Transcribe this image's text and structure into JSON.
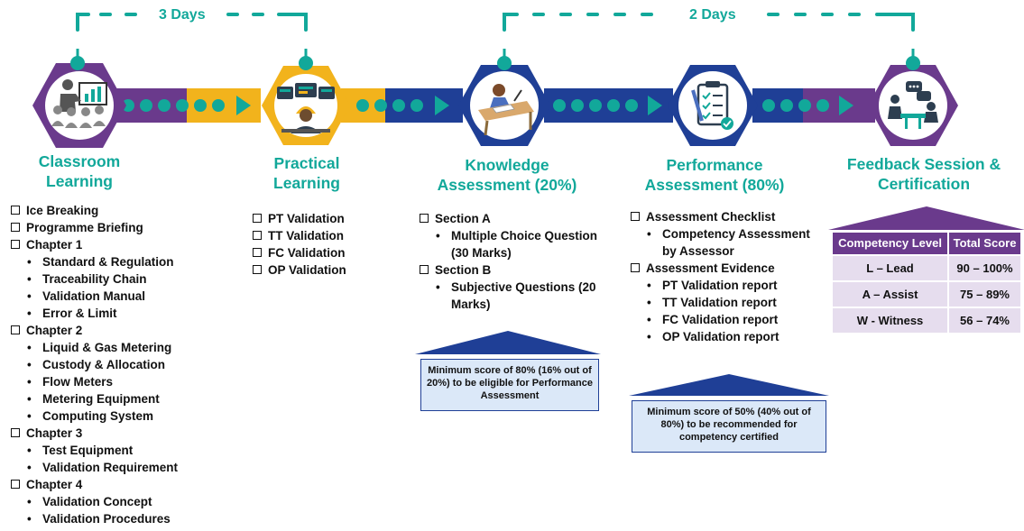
{
  "durations": {
    "classroom_practical": "3 Days",
    "knowledge_feedback": "2 Days"
  },
  "stages": {
    "classroom": {
      "title_line1": "Classroom",
      "title_line2": "Learning",
      "icon": "presentation-teacher-icon"
    },
    "practical": {
      "title_line1": "Practical",
      "title_line2": "Learning",
      "icon": "engineer-monitors-icon"
    },
    "knowledge": {
      "title_line1": "Knowledge",
      "title_line2": "Assessment (20%)",
      "icon": "student-exam-desk-icon"
    },
    "performance": {
      "title_line1": "Performance",
      "title_line2": "Assessment (80%)",
      "icon": "checklist-clipboard-icon"
    },
    "feedback": {
      "title_line1": "Feedback Session &",
      "title_line2": "Certification",
      "icon": "meeting-discussion-icon"
    }
  },
  "classroom_items": [
    {
      "type": "main",
      "text": "Ice Breaking"
    },
    {
      "type": "main",
      "text": "Programme Briefing"
    },
    {
      "type": "main",
      "text": "Chapter 1"
    },
    {
      "type": "sub",
      "text": "Standard & Regulation"
    },
    {
      "type": "sub",
      "text": "Traceability Chain"
    },
    {
      "type": "sub",
      "text": "Validation Manual"
    },
    {
      "type": "sub",
      "text": "Error & Limit"
    },
    {
      "type": "main",
      "text": "Chapter 2"
    },
    {
      "type": "sub",
      "text": "Liquid & Gas Metering"
    },
    {
      "type": "sub",
      "text": "Custody & Allocation"
    },
    {
      "type": "sub",
      "text": "Flow Meters"
    },
    {
      "type": "sub",
      "text": "Metering Equipment"
    },
    {
      "type": "sub",
      "text": "Computing System"
    },
    {
      "type": "main",
      "text": "Chapter 3"
    },
    {
      "type": "sub",
      "text": "Test Equipment"
    },
    {
      "type": "sub",
      "text": "Validation Requirement"
    },
    {
      "type": "main",
      "text": "Chapter 4"
    },
    {
      "type": "sub",
      "text": "Validation Concept"
    },
    {
      "type": "sub",
      "text": "Validation Procedures"
    }
  ],
  "practical_items": [
    {
      "type": "main",
      "text": "PT Validation"
    },
    {
      "type": "main",
      "text": "TT Validation"
    },
    {
      "type": "main",
      "text": "FC Validation"
    },
    {
      "type": "main",
      "text": "OP Validation"
    }
  ],
  "knowledge_items": [
    {
      "type": "main",
      "text": "Section A"
    },
    {
      "type": "sub",
      "text": "Multiple Choice Question (30 Marks)"
    },
    {
      "type": "main",
      "text": "Section B"
    },
    {
      "type": "sub",
      "text": "Subjective Questions (20 Marks)"
    }
  ],
  "performance_items": [
    {
      "type": "main",
      "text": "Assessment Checklist"
    },
    {
      "type": "sub",
      "text": "Competency Assessment by Assessor"
    },
    {
      "type": "main",
      "text": "Assessment Evidence"
    },
    {
      "type": "sub",
      "text": "PT Validation report"
    },
    {
      "type": "sub",
      "text": "TT Validation report"
    },
    {
      "type": "sub",
      "text": "FC Validation report"
    },
    {
      "type": "sub",
      "text": "OP Validation report"
    }
  ],
  "notes": {
    "knowledge": "Minimum score of 80% (16% out of 20%) to be eligible for Performance Assessment",
    "performance": "Minimum score of 50% (40% out of 80%) to be recommended for competency certified"
  },
  "score_table": {
    "headers": [
      "Competency Level",
      "Total Score"
    ],
    "rows": [
      [
        "L – Lead",
        "90 – 100%"
      ],
      [
        "A – Assist",
        "75 – 89%"
      ],
      [
        "W - Witness",
        "56 – 74%"
      ]
    ]
  },
  "colors": {
    "teal": "#12a89a",
    "purple": "#6a3a8c",
    "navy": "#1f3f96",
    "gold": "#f2b31c",
    "note_fill": "#dbe8f8"
  }
}
